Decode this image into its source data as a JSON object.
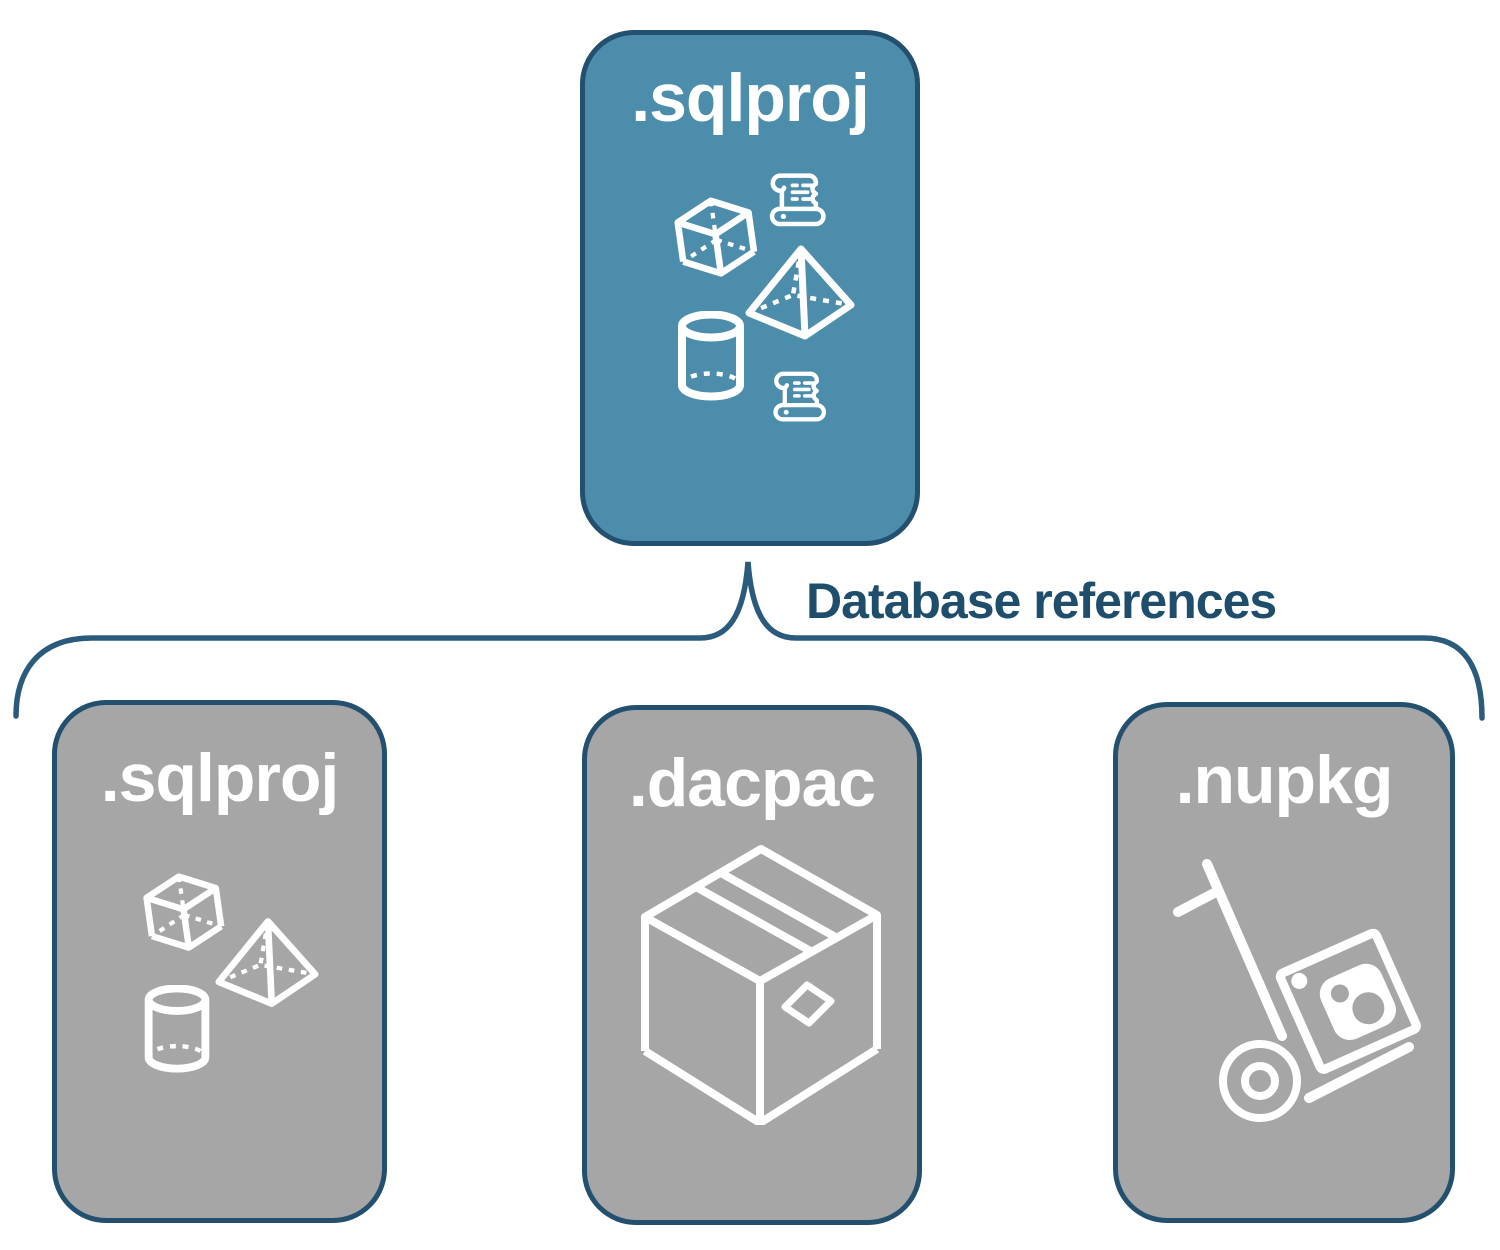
{
  "diagram": {
    "connector": {
      "label": "Database references",
      "style": "curly-brace"
    },
    "parent_box": {
      "title": ".sqlproj",
      "icons": [
        "scroll-icon",
        "cube-icon",
        "pyramid-icon",
        "cylinder-icon",
        "scroll-icon"
      ]
    },
    "reference_boxes": [
      {
        "title": ".sqlproj",
        "icons": [
          "cube-icon",
          "pyramid-icon",
          "cylinder-icon"
        ]
      },
      {
        "title": ".dacpac",
        "icons": [
          "package-box-icon"
        ]
      },
      {
        "title": ".nupkg",
        "icons": [
          "nuget-handtruck-icon"
        ]
      }
    ],
    "colors": {
      "parent_fill": "#4b8dab",
      "reference_fill": "#a6a6a6",
      "outline": "#24506f",
      "label_text": "#1f4e6d",
      "icon": "#ffffff",
      "background": "#ffffff"
    }
  }
}
